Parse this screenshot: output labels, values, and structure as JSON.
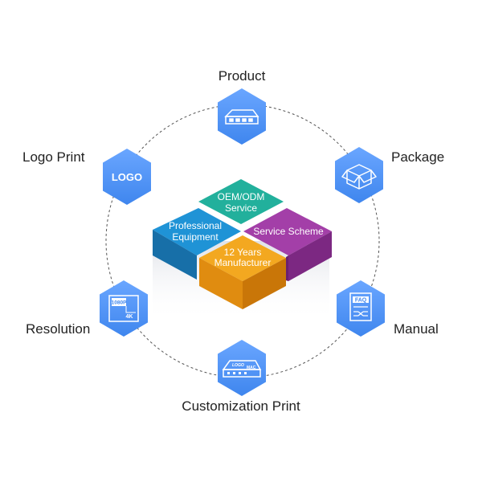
{
  "nodes": {
    "product": "Product",
    "package": "Package",
    "manual": "Manual",
    "customization": "Customization Print",
    "resolution": "Resolution",
    "logo_print": "Logo Print"
  },
  "icons": {
    "product": "device-box-icon",
    "package": "open-box-icon",
    "manual": "faq-manual-icon",
    "customization": "printed-device-icon",
    "resolution": "resolution-icon",
    "logo_print": "logo-badge-icon"
  },
  "icon_text": {
    "logo": "LOGO",
    "faq": "FAQ",
    "res_1080": "1080P",
    "res_4k": "4K",
    "device_logo": "LOGO",
    "device_mac": "MAC"
  },
  "center": {
    "oem": [
      "OEM/ODM",
      "Service"
    ],
    "professional": [
      "Professional",
      "Equipment"
    ],
    "service_scheme": "Service Scheme",
    "years": [
      "12 Years",
      "Manufacturer"
    ]
  },
  "colors": {
    "hex_icon": "#4a8ff0",
    "teal": "#1fa896",
    "blue": "#1e8fd0",
    "purple": "#a23ca6",
    "orange": "#f2a51f"
  }
}
